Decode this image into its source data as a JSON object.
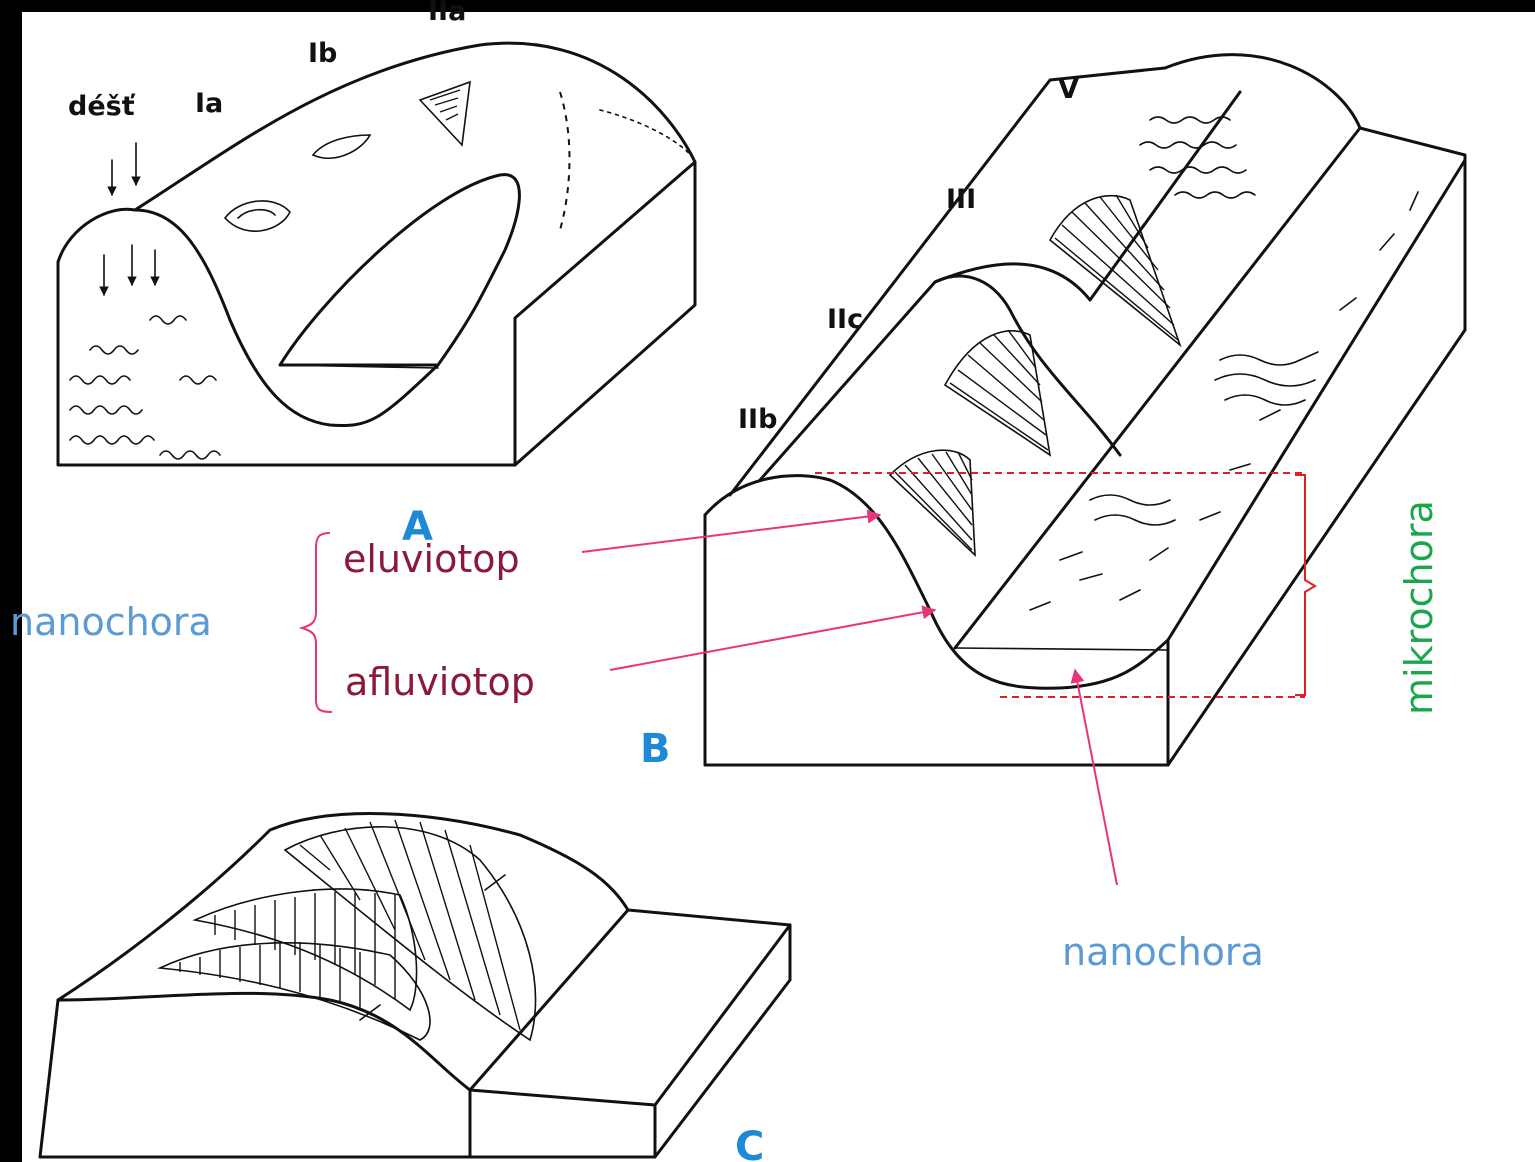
{
  "labels": {
    "dest": "déšť",
    "ia": "Ia",
    "ib": "Ib",
    "iia": "IIa",
    "v": "V",
    "iii": "III",
    "iic": "IIc",
    "iib": "IIb"
  },
  "panels": {
    "a": "A",
    "b": "B",
    "c": "C"
  },
  "annotations": {
    "nanochora_left": "nanochora",
    "eluviotop": "eluviotop",
    "afluviotop": "afluviotop",
    "mikrochora": "mikrochora",
    "nanochora_bottom": "nanochora"
  },
  "colors": {
    "background": "#000000",
    "paper": "#ffffff",
    "ink": "#111111",
    "panel_letter": "#1e8ad6",
    "nanochora": "#5b9bd5",
    "topo": "#8b1a3a",
    "arrow": "#e8357a",
    "bracket_red": "#e02020",
    "mikrochora": "#1aa64a"
  }
}
